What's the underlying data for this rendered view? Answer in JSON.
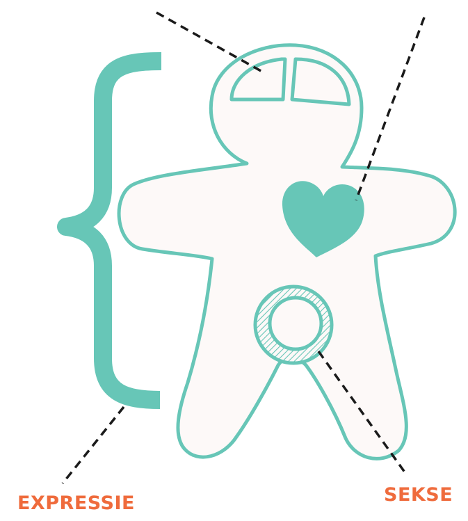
{
  "labels": {
    "expression": "EXPRESSIE",
    "sex": "SEKSE"
  },
  "colors": {
    "teal": "#67c6b7",
    "orange": "#ef6b3c",
    "figure_fill": "#fdf9f8",
    "leader_line": "#1a1a1a"
  },
  "icons": {
    "figure": "gingerbread-person",
    "heart": "heart-icon",
    "genitals": "hatched-ring",
    "brain": "brain-lobes",
    "expression_range": "curly-brace"
  }
}
